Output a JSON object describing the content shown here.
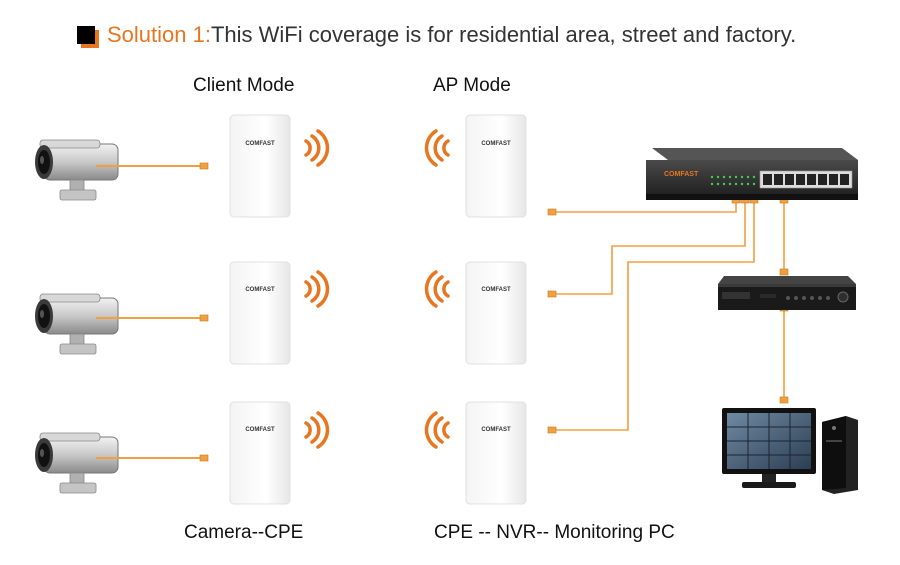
{
  "header": {
    "highlight": "Solution 1:",
    "text": "This WiFi coverage is for residential area, street and factory."
  },
  "labels": {
    "client_mode": "Client Mode",
    "ap_mode": "AP Mode",
    "camera_cpe": "Camera--CPE",
    "cpe_nvr_pc": "CPE -- NVR-- Monitoring PC"
  },
  "devices": {
    "cpe_brand": "COMFAST",
    "switch_brand": "COMFAST"
  },
  "colors": {
    "accent": "#e8751f",
    "cable": "#f0a040"
  }
}
